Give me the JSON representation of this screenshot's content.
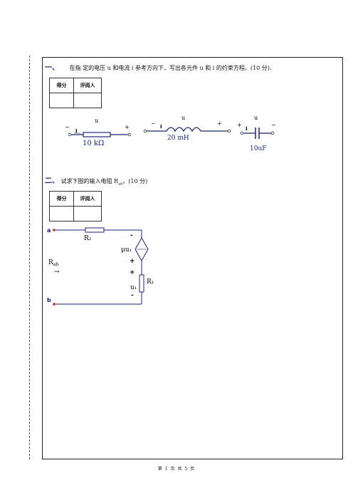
{
  "q1": {
    "num": "一、",
    "text": "在指 定的电压 u 和电流 i 参考方向下，写出各元件 u 和 i 的约束方程。(10 分).",
    "score_table": {
      "col1": "得分",
      "col2": "评阅人"
    },
    "elements": [
      {
        "u": "u",
        "i": "i",
        "minus": "−",
        "plus": "+",
        "value": "10 kΩ"
      },
      {
        "u": "u",
        "i": "i",
        "minus": "−",
        "plus": "+",
        "value": "20 mH"
      },
      {
        "u": "u",
        "i": "i",
        "minus": "−",
        "plus": "+",
        "value": "10uF"
      }
    ]
  },
  "q2": {
    "num": "二、",
    "text_pre": "试求下图的输入电阻 R",
    "text_sub": "ab",
    "text_post": "。(10 分)",
    "score_table": {
      "col1": "得分",
      "col2": "评阅人"
    },
    "circuit": {
      "node_a": "a",
      "node_b": "b",
      "r2": "R₂",
      "r1": "R₁",
      "rab": "R",
      "rab_sub": "ab",
      "rab_arrow": "→",
      "source_label": "μu₁",
      "source_minus": "-",
      "source_plus": "+",
      "r1_plus": "+",
      "r1_minus": "-",
      "u1": "u₁"
    }
  },
  "footer": "第 1 页  共 5 页"
}
